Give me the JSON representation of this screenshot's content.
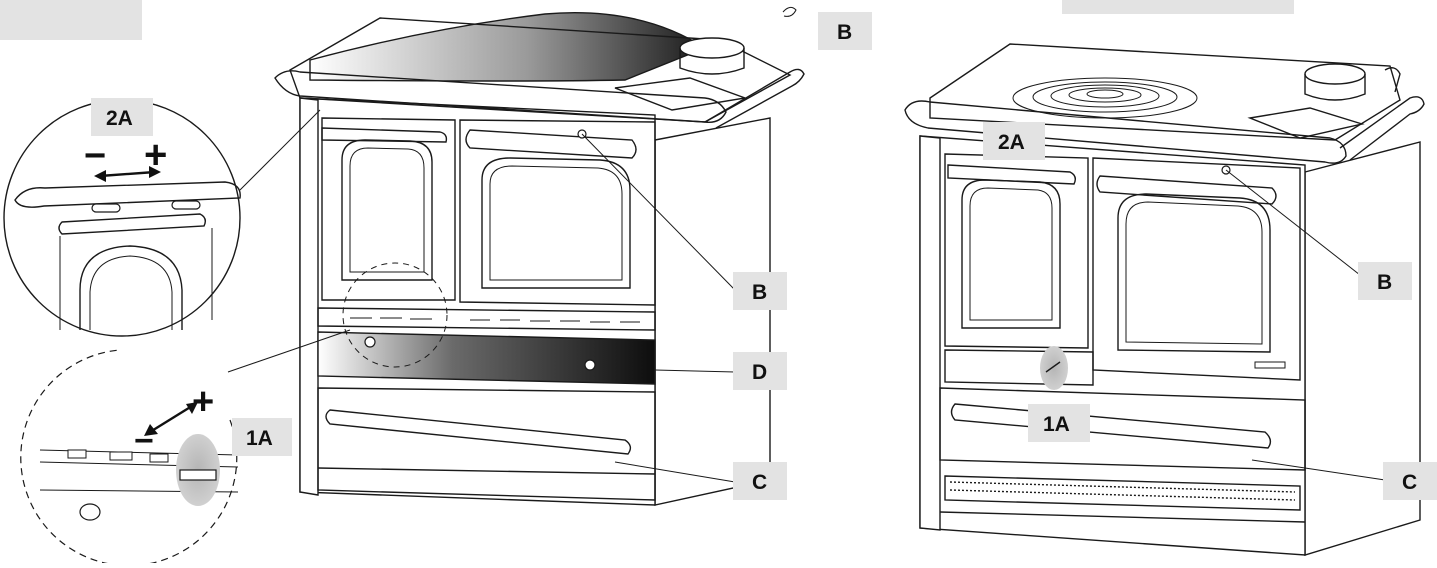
{
  "callouts": {
    "left": {
      "b": "B",
      "d": "D",
      "c": "C",
      "one_a": "1A",
      "two_a": "2A"
    },
    "right": {
      "b": "B",
      "c": "C",
      "one_a": "1A",
      "two_a": "2A"
    },
    "top_b": "B"
  },
  "symbols": {
    "plus": "+",
    "minus": "−"
  },
  "colors": {
    "callout_bg": "#e3e3e3",
    "shade": "#bdbdbd",
    "outline": "#1a1a1a"
  }
}
